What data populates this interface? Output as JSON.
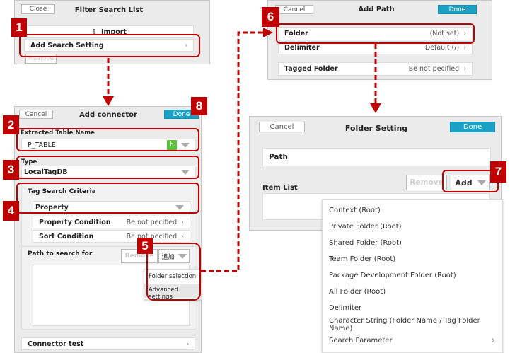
{
  "filter_panel": {
    "close": "Close",
    "title": "Filter Search List",
    "import": "Import",
    "add_search_setting": "Add Search Setting",
    "remove": "Remove"
  },
  "connector_panel": {
    "cancel": "Cancel",
    "title": "Add connector",
    "done": "Done",
    "table_label": "Extracted Table Name",
    "table_value": "P_TABLE",
    "type_label": "Type",
    "type_value": "LocalTagDB",
    "tag_criteria_label": "Tag Search Criteria",
    "property_value": "Property",
    "property_condition": "Property Condition",
    "property_condition_value": "Be not pecified",
    "sort_condition": "Sort Condition",
    "sort_condition_value": "Be not pecified",
    "path_label": "Path to search for",
    "remove": "Remove",
    "add": "追加",
    "menu": [
      "Folder selection",
      "Advanced settings"
    ],
    "connector_test": "Connector test"
  },
  "add_path_panel": {
    "cancel": "Cancel",
    "title": "Add Path",
    "done": "Done",
    "rows": [
      {
        "label": "Folder",
        "value": "(Not set)"
      },
      {
        "label": "Delimiter",
        "value": "Default (/)"
      },
      {
        "label": "Tagged Folder",
        "value": "Be not pecified"
      }
    ]
  },
  "folder_setting_panel": {
    "cancel": "Cancel",
    "title": "Folder Setting",
    "done": "Done",
    "path": "Path",
    "item_list": "Item List",
    "remove": "Remove",
    "add": "Add",
    "menu": [
      "Context (Root)",
      "Private Folder (Root)",
      "Shared Folder (Root)",
      "Team Folder (Root)",
      "Package Development Folder (Root)",
      "All Folder (Root)",
      "Delimiter",
      "Character String (Folder Name / Tag Folder Name)",
      "Search Parameter"
    ]
  },
  "callouts": [
    "1",
    "2",
    "3",
    "4",
    "5",
    "6",
    "7",
    "8"
  ],
  "colors": {
    "accent": "#1ba1c5",
    "callout": "#c00000",
    "highlight": "#f99b2a"
  }
}
